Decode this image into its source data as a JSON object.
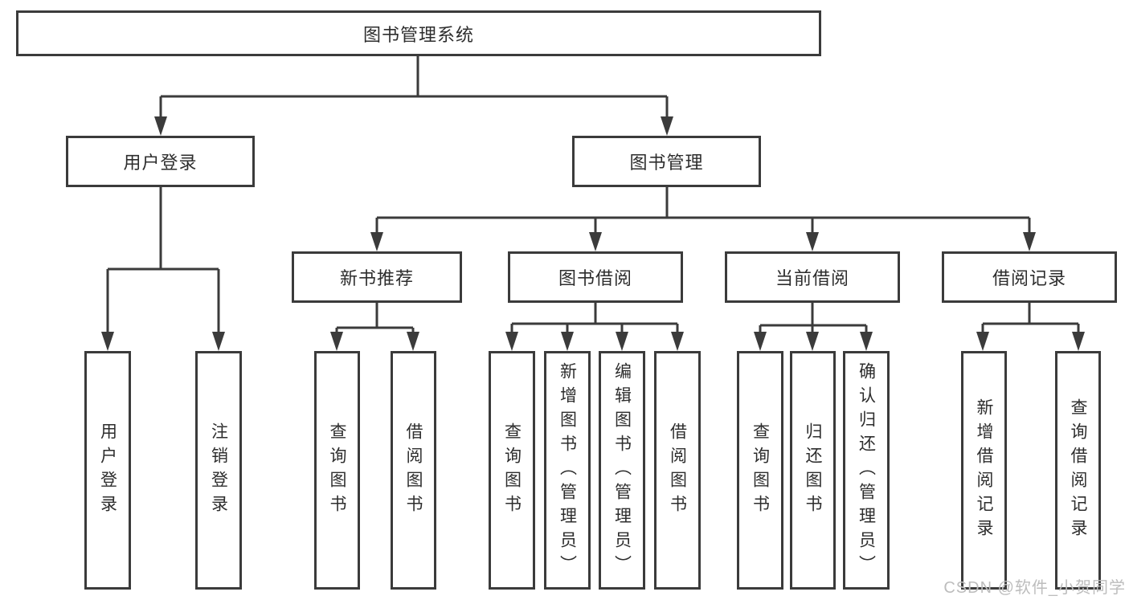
{
  "diagram": {
    "title": "图书管理系统",
    "branches": [
      {
        "label": "用户登录",
        "children": [
          {
            "label": "用户登录"
          },
          {
            "label": "注销登录"
          }
        ]
      },
      {
        "label": "图书管理",
        "children": [
          {
            "label": "新书推荐",
            "children": [
              {
                "label": "查询图书"
              },
              {
                "label": "借阅图书"
              }
            ]
          },
          {
            "label": "图书借阅",
            "children": [
              {
                "label": "查询图书"
              },
              {
                "label": "新增图书（管理员）"
              },
              {
                "label": "编辑图书（管理员）"
              },
              {
                "label": "借阅图书"
              }
            ]
          },
          {
            "label": "当前借阅",
            "children": [
              {
                "label": "查询图书"
              },
              {
                "label": "归还图书"
              },
              {
                "label": "确认归还（管理员）"
              }
            ]
          },
          {
            "label": "借阅记录",
            "children": [
              {
                "label": "新增借阅记录"
              },
              {
                "label": "查询借阅记录"
              }
            ]
          }
        ]
      }
    ]
  },
  "watermark": {
    "text": "CSDN @软件_小贺同学"
  },
  "colors": {
    "box_border": "#3b3b3b",
    "connector_line": "#3b3b3b",
    "text": "#2d2d2d",
    "watermark": "#bdbdbd",
    "background": "#ffffff"
  }
}
